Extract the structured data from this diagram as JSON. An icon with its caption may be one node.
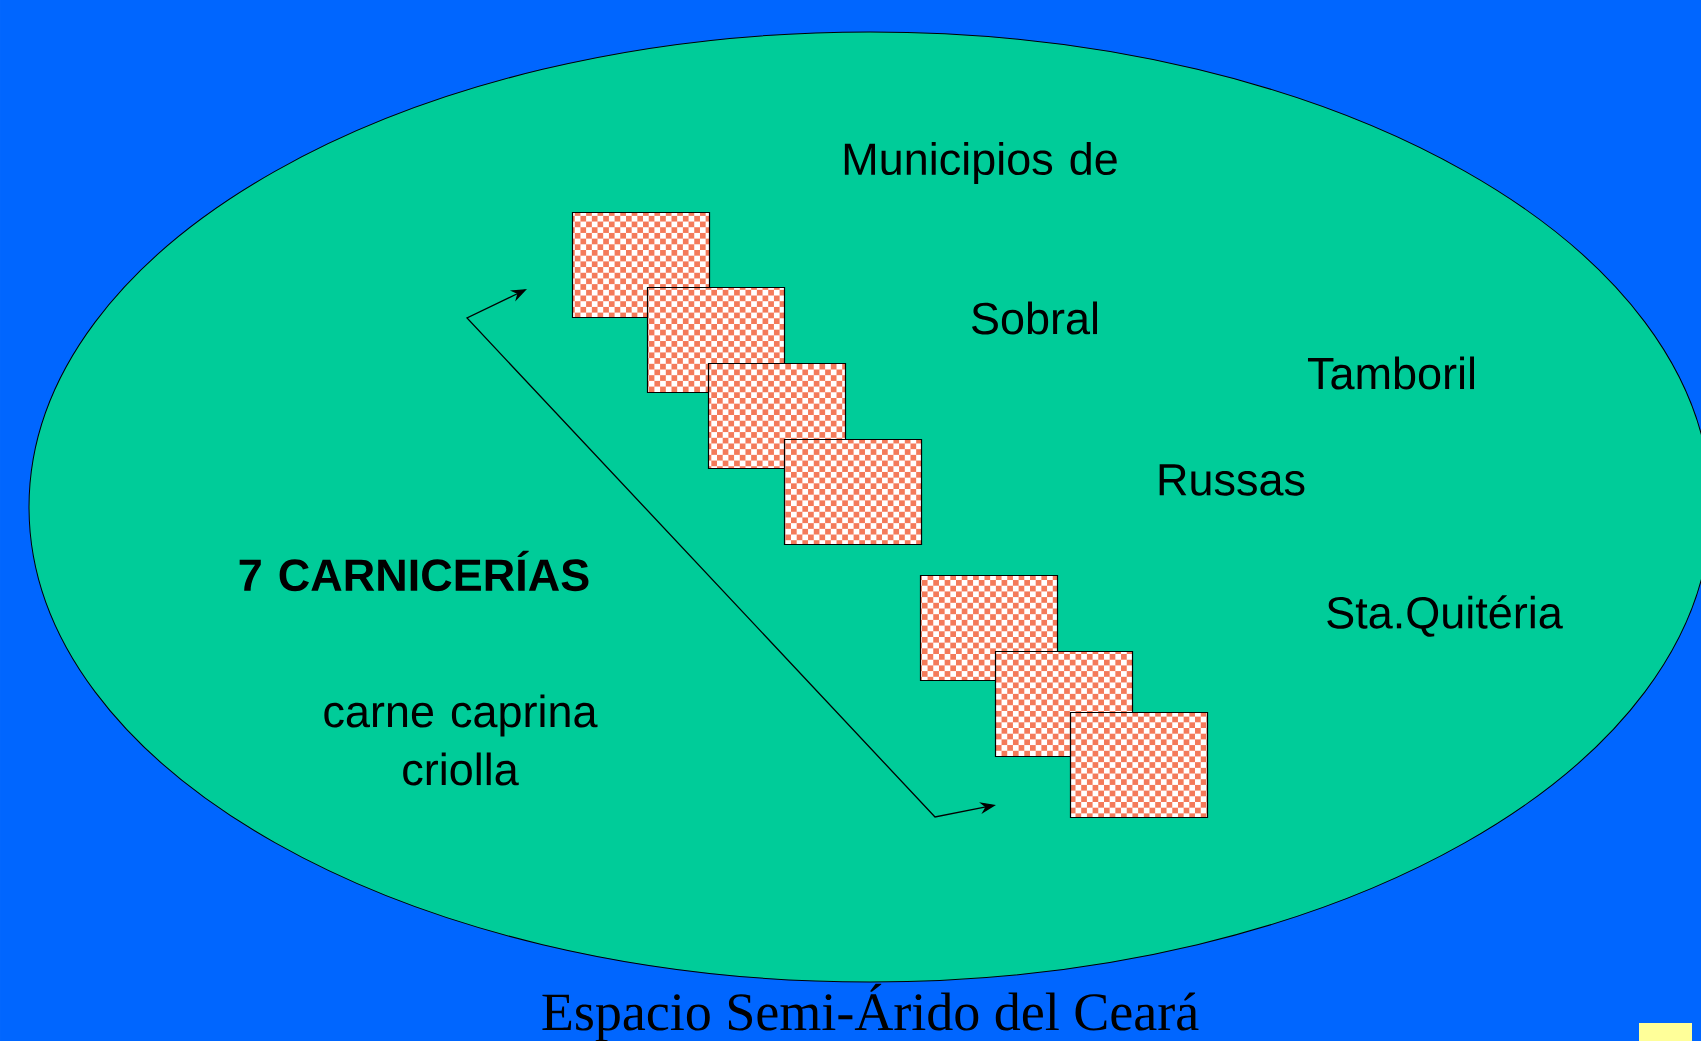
{
  "diagram": {
    "nodes": [
      {
        "text": [
          "Espacio Semi-Árido del Ceará"
        ]
      },
      {
        "text": [],
        "shape": "box",
        "in": 0
      },
      {
        "text": [],
        "shape": "box",
        "in": 0
      },
      {
        "text": [],
        "shape": "box",
        "in": 0
      },
      {
        "text": [],
        "shape": "box",
        "in": 0
      },
      {
        "text": [],
        "shape": "box",
        "in": 0
      },
      {
        "text": [],
        "shape": "box",
        "in": 0
      },
      {
        "text": [],
        "shape": "box",
        "in": 0
      }
    ],
    "edges": [],
    "labels": [
      "Municipios de",
      "Sobral",
      "Tamboril",
      "Russas",
      "7 CARNICERÍAS",
      "Sta.Quitéria",
      "carne caprina criolla"
    ]
  }
}
